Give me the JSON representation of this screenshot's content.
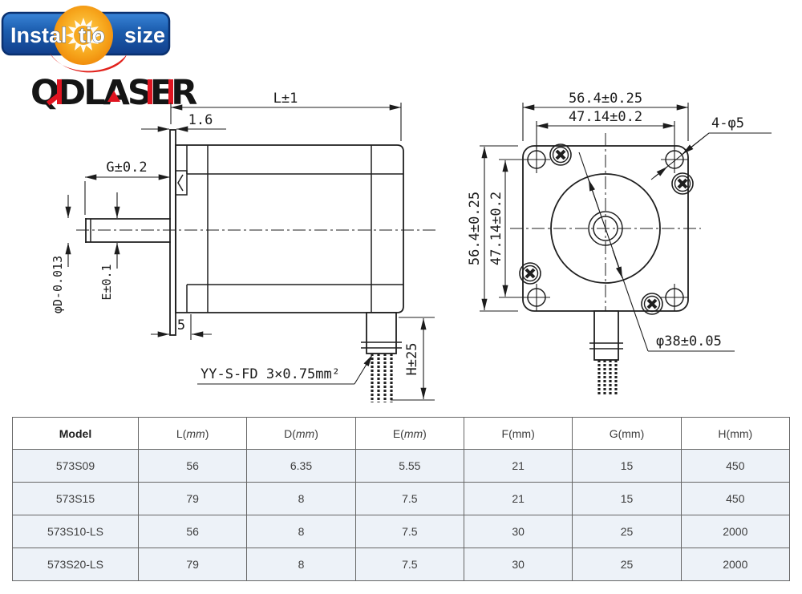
{
  "banner": {
    "full_label": "Installation size",
    "segments": [
      "Instal",
      "tio",
      "size"
    ],
    "colors": {
      "blue": "#1b5cad",
      "blue_dark": "#0a3170",
      "sun_orange": "#f59e13",
      "swoosh_red": "#e2231d",
      "text": "#ffffff"
    }
  },
  "logo": {
    "text": "QDLASER",
    "accent_color": "#e01420",
    "text_color": "#151515"
  },
  "drawing": {
    "side_view": {
      "length_label": "L±1",
      "flange_thickness_label": "1.6",
      "shaft_length_label": "G±0.2",
      "shaft_dia_label": "φD-0.013",
      "shaft_height_label": "E±0.1",
      "boss_depth_label": "5",
      "cable_label": "YY-S-FD 3×0.75mm²",
      "cable_length_label": "H±25"
    },
    "front_view": {
      "body_width_label": "56.4±0.25",
      "hole_spacing_h_label": "47.14±0.2",
      "body_height_label": "56.4±0.25",
      "hole_spacing_v_label": "47.14±0.2",
      "mount_holes_label": "4-φ5",
      "pilot_dia_label": "φ38±0.05"
    },
    "line_color": "#1f1f1f"
  },
  "table": {
    "columns": [
      {
        "label": "Model",
        "unit": "",
        "italic_unit": false,
        "bold": true
      },
      {
        "label": "L",
        "unit": "mm",
        "italic_unit": true,
        "bold": false
      },
      {
        "label": "D",
        "unit": "mm",
        "italic_unit": true,
        "bold": false
      },
      {
        "label": "E",
        "unit": "mm",
        "italic_unit": true,
        "bold": false
      },
      {
        "label": "F",
        "unit": "mm",
        "italic_unit": false,
        "bold": false
      },
      {
        "label": "G",
        "unit": "mm",
        "italic_unit": false,
        "bold": false
      },
      {
        "label": "H",
        "unit": "mm",
        "italic_unit": false,
        "bold": false
      }
    ],
    "rows": [
      {
        "model": "573S09",
        "values": [
          "56",
          "6.35",
          "5.55",
          "21",
          "15",
          "450"
        ]
      },
      {
        "model": "573S15",
        "values": [
          "79",
          "8",
          "7.5",
          "21",
          "15",
          "450"
        ]
      },
      {
        "model": "573S10-LS",
        "values": [
          "56",
          "8",
          "7.5",
          "30",
          "25",
          "2000"
        ]
      },
      {
        "model": "573S20-LS",
        "values": [
          "79",
          "8",
          "7.5",
          "30",
          "25",
          "2000"
        ]
      }
    ],
    "row_bg": "#edf2f8",
    "border_color": "#666666"
  }
}
